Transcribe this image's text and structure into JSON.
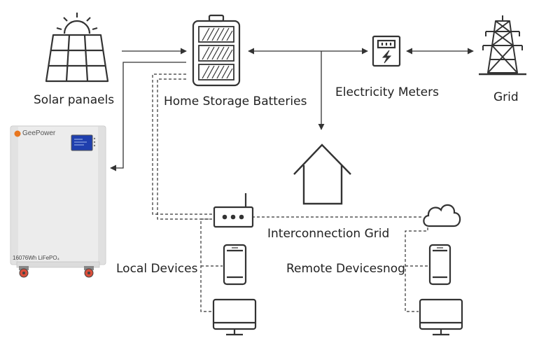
{
  "labels": {
    "solar": "Solar panaels",
    "batteries": "Home Storage Batteries",
    "meters": "Electricity Meters",
    "grid": "Grid",
    "interconnection": "Interconnection Grid",
    "local_devices": "Local Devices",
    "remote_devices": "Remote Devicesnog"
  },
  "product": {
    "brand": "GeePower",
    "model": "16076Wh LiFePO₄"
  },
  "colors": {
    "line": "#333333",
    "product_body": "#ececec",
    "screen": "#1f3fae",
    "brand_logo": "#e8761f",
    "wheel": "#d94d3a"
  },
  "icons": [
    "sun-icon",
    "solar-panel-icon",
    "battery-icon",
    "electricity-meter-icon",
    "transmission-tower-icon",
    "house-icon",
    "router-icon",
    "cloud-icon",
    "smartphone-icon",
    "monitor-icon"
  ]
}
